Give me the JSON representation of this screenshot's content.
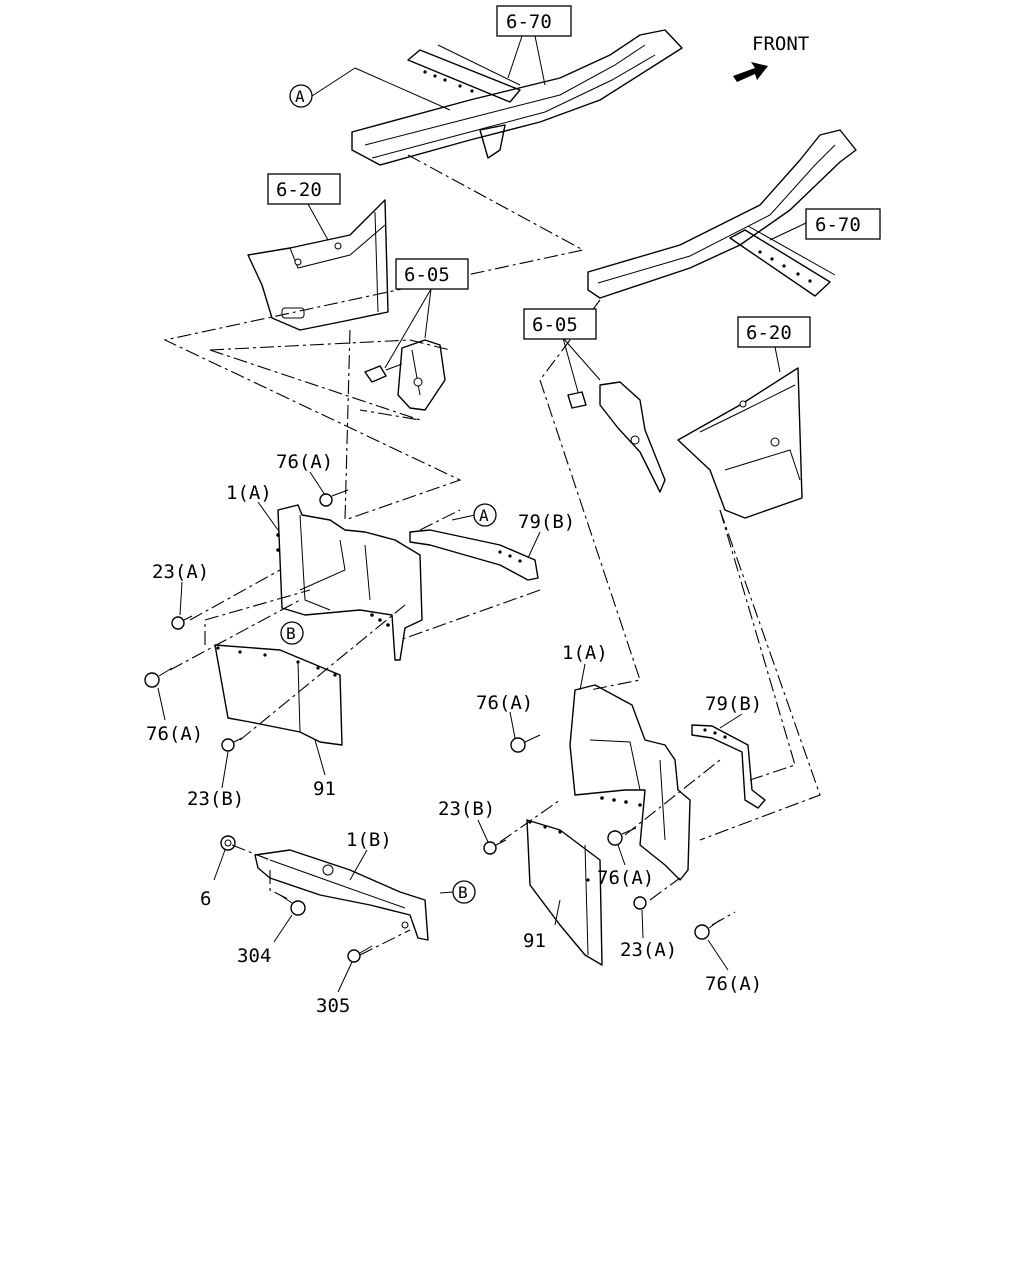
{
  "diagram": {
    "direction_label": "FRONT",
    "ref_boxes": {
      "frame_top": "6-70",
      "frame_right": "6-70",
      "bracket_left": "6-20",
      "bracket_right": "6-20",
      "mount_left": "6-05",
      "mount_right": "6-05"
    },
    "circle_refs": {
      "a_top": "A",
      "a_mid": "A",
      "b_left": "B",
      "b_lower": "B"
    },
    "part_labels": {
      "l_76a_top": "76(A)",
      "l_1a": "1(A)",
      "l_23a": "23(A)",
      "l_79b": "79(B)",
      "l_76a_bottom": "76(A)",
      "l_23b": "23(B)",
      "l_91": "91",
      "l_6": "6",
      "l_1b": "1(B)",
      "l_304": "304",
      "l_305": "305",
      "r_1a": "1(A)",
      "r_76a_top": "76(A)",
      "r_79b": "79(B)",
      "r_23b": "23(B)",
      "r_76a_mid": "76(A)",
      "r_91": "91",
      "r_23a": "23(A)",
      "r_76a_bottom": "76(A)"
    }
  }
}
